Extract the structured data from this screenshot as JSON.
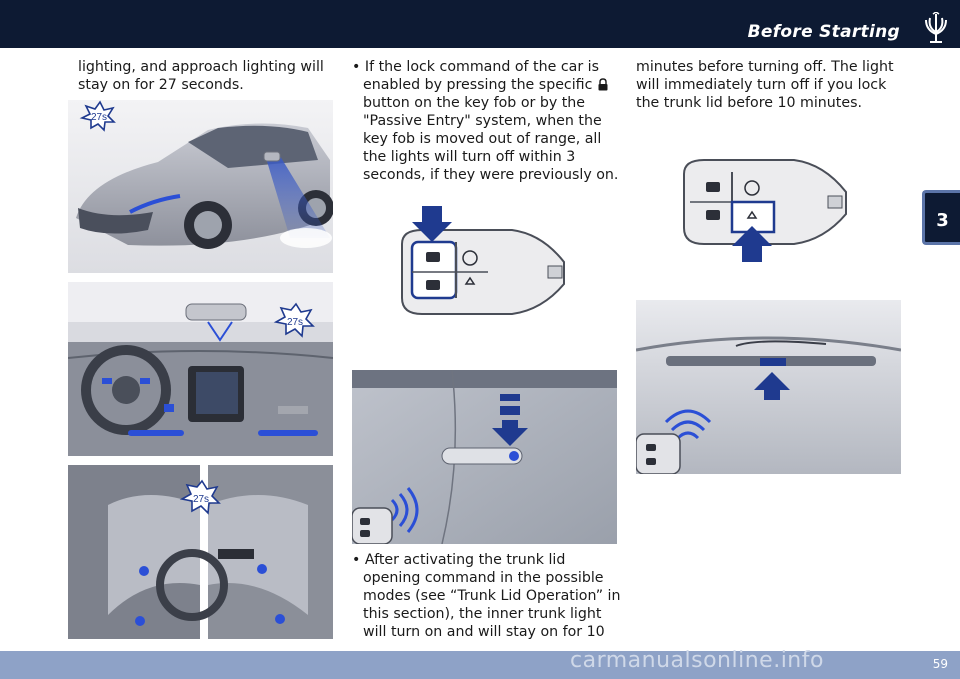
{
  "header": {
    "title": "Before Starting",
    "logo_icon": "trident-logo-icon"
  },
  "chapter_tab": "3",
  "page_number": "59",
  "watermark": "carmanualsonline.info",
  "col1": {
    "text": "lighting, and approach lighting will stay on for 27 seconds."
  },
  "col2": {
    "bullet1_part1": "If the lock command of the car is enabled by pressing the specific",
    "bullet1_part2": "button on the key fob or by the \"Passive Entry\" system, when the key fob is moved out of range, all the lights will turn off within 3 seconds, if they were previously on.",
    "bullet2": "After activating the trunk lid opening command in the possible modes (see “Trunk Lid Operation” in this section), the inner trunk light will turn on and will stay on for 10"
  },
  "col3": {
    "text": "minutes before turning off. The light will immediately turn off if you lock the trunk lid before 10 minutes."
  },
  "badges": {
    "car": "27s",
    "dash": "27s",
    "doors": "27s"
  },
  "colors": {
    "header": "#0d1a33",
    "accent": "#1f3a8f",
    "footer": "#8ea2c7"
  }
}
